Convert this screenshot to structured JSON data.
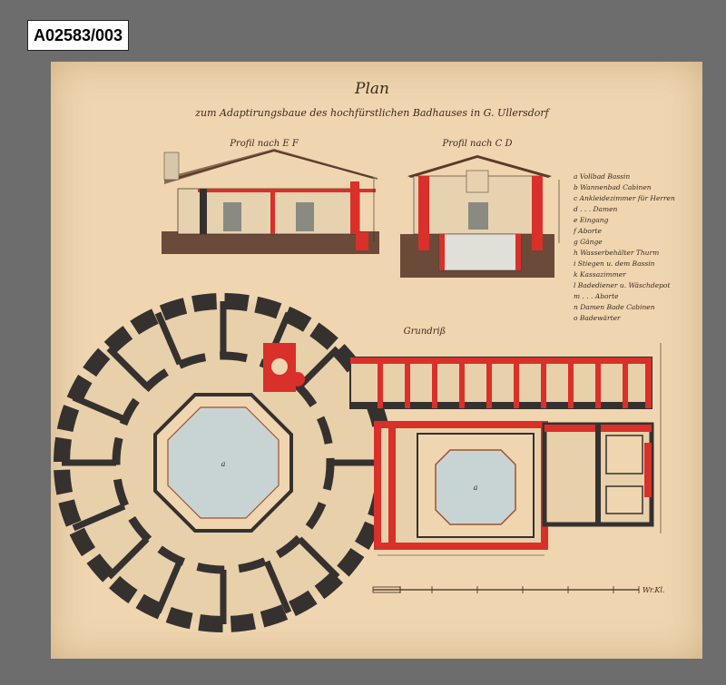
{
  "label": "A02583/003",
  "plan": {
    "title": "Plan",
    "subtitle": "zum Adaptirungsbaue des hochfürstlichen Badhauses in G. Ullersdorf",
    "section_left": "Profil nach E F",
    "section_right": "Profil nach C D",
    "ground_plan": "Grundriß",
    "scale_unit": "Wr.Kl."
  },
  "legend": [
    "a Vollbad Bassin",
    "b Wannenbad Cabinen",
    "c Ankleidezimmer für Herren",
    "d . . . Damen",
    "e Eingang",
    "f Aborte",
    "g Gänge",
    "h Wasserbehälter Thurm",
    "i Stiegen u. dem Bassin",
    "k Kassazimmer",
    "l Badediener u. Wäschdepot",
    "m . . . Aborte",
    "n Damen Bade Cabinen",
    "o Badewärter"
  ],
  "colors": {
    "wall_dark": "#35312f",
    "wall_new": "#d9302a",
    "paper": "#efd6b0",
    "water": "#c8d4d3",
    "ground": "#6b4a3a"
  }
}
